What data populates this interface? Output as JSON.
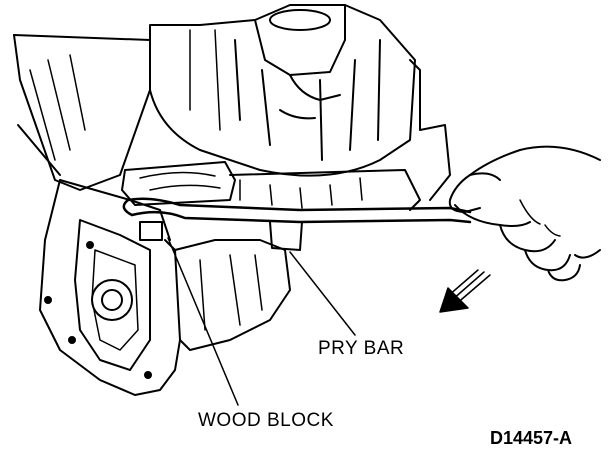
{
  "labels": {
    "pry_bar": "PRY BAR",
    "wood_block": "WOOD BLOCK"
  },
  "figure_id": "D14457-A",
  "style": {
    "line_color": "#000000",
    "background": "#ffffff"
  },
  "icons": {
    "direction_arrow": "push-down-arrow-icon"
  }
}
